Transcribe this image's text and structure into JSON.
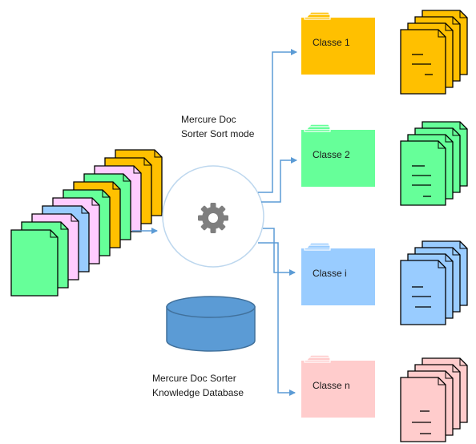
{
  "sort_mode_label": [
    "Mercure Doc",
    "Sorter Sort mode"
  ],
  "database_label": [
    "Mercure Doc Sorter",
    "Knowledge Database"
  ],
  "engine": {
    "icon": "gear-icon"
  },
  "input_stack": {
    "colors": [
      "#FFC000",
      "#FFC000",
      "#FFCCFF",
      "#66FF99",
      "#FFC000",
      "#66FF99",
      "#FFCCFF",
      "#99CCFF",
      "#FFCCFF",
      "#66FF99",
      "#66FF99"
    ]
  },
  "classes": [
    {
      "label": "Classe 1",
      "color": "#FFC000",
      "doc_color": "#FFC000"
    },
    {
      "label": "Classe 2",
      "color": "#66FF99",
      "doc_color": "#66FF99"
    },
    {
      "label": "Classe i",
      "color": "#99CCFF",
      "doc_color": "#99CCFF"
    },
    {
      "label": "Classe n",
      "color": "#FFCCCC",
      "doc_color": "#FFCCCC"
    }
  ],
  "colors": {
    "arrow": "#5B9BD5",
    "database": "#5B9BD5",
    "gear": "#7F7F7F"
  }
}
